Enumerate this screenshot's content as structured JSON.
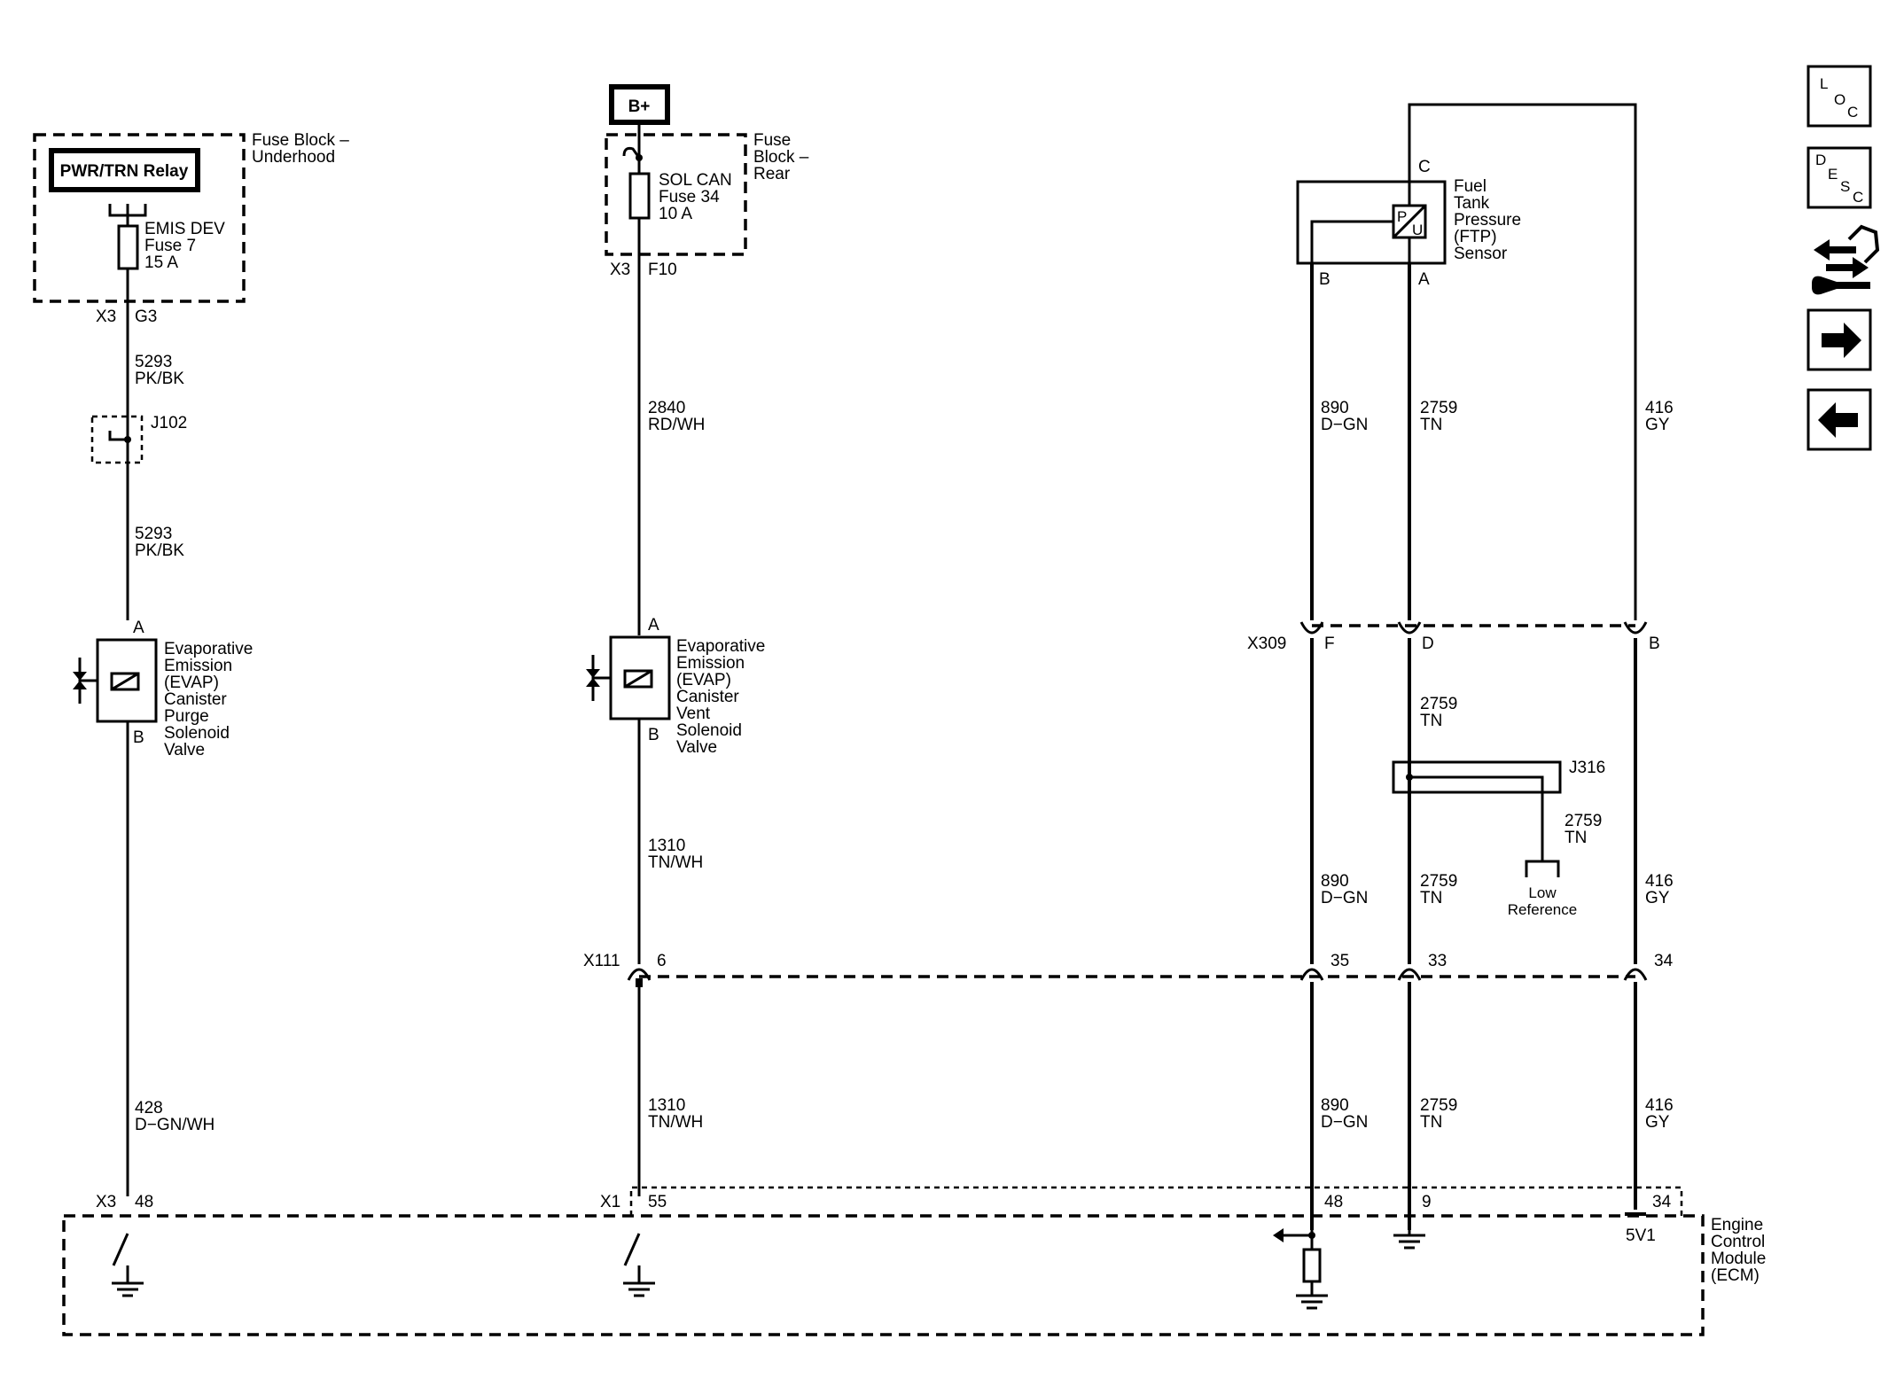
{
  "fuse_block_underhood": {
    "label_1": "Fuse Block –",
    "label_2": "Underhood",
    "relay": "PWR/TRN Relay",
    "fuse_1": "EMIS DEV",
    "fuse_2": "Fuse 7",
    "fuse_3": "15 A",
    "conn": "X3",
    "pin": "G3"
  },
  "fuse_block_rear": {
    "bplus": "B+",
    "label_1": "Fuse",
    "label_2": "Block –",
    "label_3": "Rear",
    "fuse_1": "SOL CAN",
    "fuse_2": "Fuse 34",
    "fuse_3": "10 A",
    "conn": "X3",
    "pin": "F10"
  },
  "purge_circuit": {
    "wire1_num": "5293",
    "wire1_color": "PK/BK",
    "splice": "J102",
    "wire2_num": "5293",
    "wire2_color": "PK/BK",
    "pin_a": "A",
    "pin_b": "B",
    "solenoid_1": "Evaporative",
    "solenoid_2": "Emission",
    "solenoid_3": "(EVAP)",
    "solenoid_4": "Canister",
    "solenoid_5": "Purge",
    "solenoid_6": "Solenoid",
    "solenoid_7": "Valve",
    "wire3_num": "428",
    "wire3_color": "D−GN/WH",
    "ecm_conn": "X3",
    "ecm_pin": "48"
  },
  "vent_circuit": {
    "wire1_num": "2840",
    "wire1_color": "RD/WH",
    "pin_a": "A",
    "pin_b": "B",
    "solenoid_1": "Evaporative",
    "solenoid_2": "Emission",
    "solenoid_3": "(EVAP)",
    "solenoid_4": "Canister",
    "solenoid_5": "Vent",
    "solenoid_6": "Solenoid",
    "solenoid_7": "Valve",
    "wire2_num": "1310",
    "wire2_color": "TN/WH",
    "inline_conn": "X111",
    "inline_pin": "6",
    "wire3_num": "1310",
    "wire3_color": "TN/WH",
    "ecm_conn": "X1",
    "ecm_pin": "55"
  },
  "ftp_sensor": {
    "label_1": "Fuel",
    "label_2": "Tank",
    "label_3": "Pressure",
    "label_4": "(FTP)",
    "label_5": "Sensor",
    "pin_c": "C",
    "pin_b": "B",
    "pin_a": "A",
    "symbol_p": "P",
    "symbol_u": "U"
  },
  "ftp_wires_upper": [
    {
      "num": "890",
      "color": "D−GN"
    },
    {
      "num": "2759",
      "color": "TN"
    },
    {
      "num": "416",
      "color": "GY"
    }
  ],
  "x309": {
    "conn": "X309",
    "pin_f": "F",
    "pin_d": "D",
    "pin_b": "B"
  },
  "j316": {
    "wire_num": "2759",
    "wire_color": "TN",
    "splice": "J316",
    "branch_num": "2759",
    "branch_color": "TN",
    "low_ref_1": "Low",
    "low_ref_2": "Reference"
  },
  "ftp_wires_mid": [
    {
      "num": "890",
      "color": "D−GN"
    },
    {
      "num": "2759",
      "color": "TN"
    },
    {
      "num": "416",
      "color": "GY"
    }
  ],
  "x111_pins": [
    "35",
    "33",
    "34"
  ],
  "ftp_wires_lower": [
    {
      "num": "890",
      "color": "D−GN"
    },
    {
      "num": "2759",
      "color": "TN"
    },
    {
      "num": "416",
      "color": "GY"
    }
  ],
  "ecm": {
    "pins": [
      "48",
      "9",
      "34"
    ],
    "supply": "5V1",
    "label_1": "Engine",
    "label_2": "Control",
    "label_3": "Module",
    "label_4": "(ECM)"
  },
  "nav": {
    "loc_l": "L",
    "loc_o": "O",
    "loc_c": "C",
    "desc_d": "D",
    "desc_e": "E",
    "desc_s": "S",
    "desc_c": "C"
  }
}
